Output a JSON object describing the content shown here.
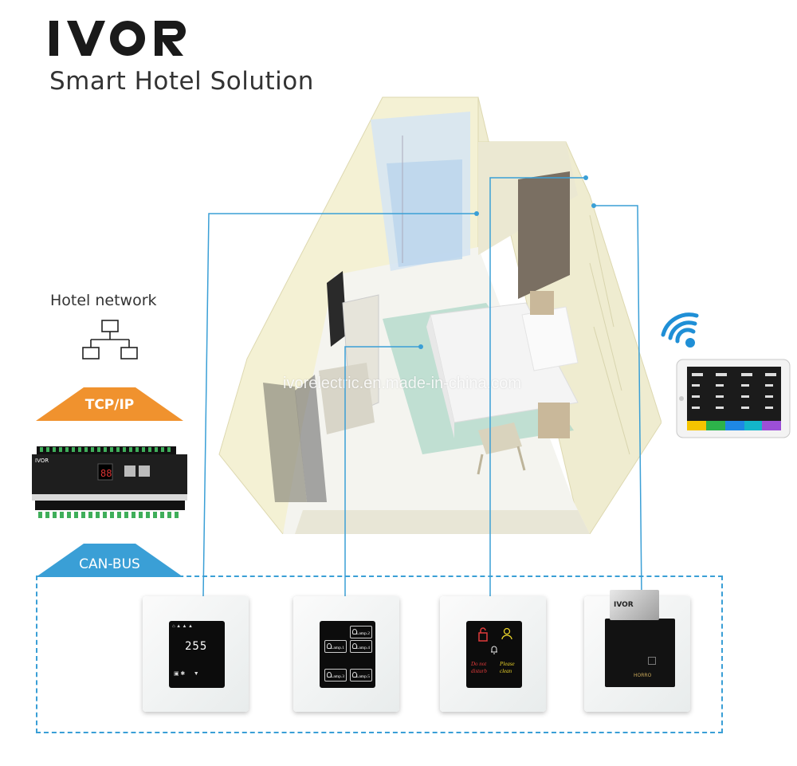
{
  "brand": {
    "logo_text": "IVOR",
    "subtitle": "Smart Hotel Solution"
  },
  "network": {
    "label": "Hotel network",
    "icon": "network-icon"
  },
  "protocols": {
    "tcp_label": "TCP/IP",
    "can_label": "CAN-BUS"
  },
  "watermark": "ivorelectric.en.made-in-china.com",
  "controller": {
    "display": "88",
    "brand": "IVOR"
  },
  "panels": {
    "thermostat": {
      "display": "255"
    },
    "lamps": {
      "labels": [
        "Lamp.1",
        "Lamp.2",
        "Lamp.3",
        "Lamp.4",
        "Lamp.5"
      ]
    },
    "service": {
      "dnd_line1": "Do not",
      "dnd_line2": "disturb",
      "clean_line1": "Please",
      "clean_line2": "clean"
    },
    "card": {
      "card_brand": "IVOR",
      "slot_brand": "HORRO"
    }
  },
  "colors": {
    "accent_blue": "#3a9fd6",
    "tcp_orange": "#f0922e",
    "can_blue": "#3a9fd6",
    "room_wall": "#f2f0d6"
  },
  "icons": {
    "wifi": "wifi-icon",
    "tablet": "tablet-icon"
  }
}
